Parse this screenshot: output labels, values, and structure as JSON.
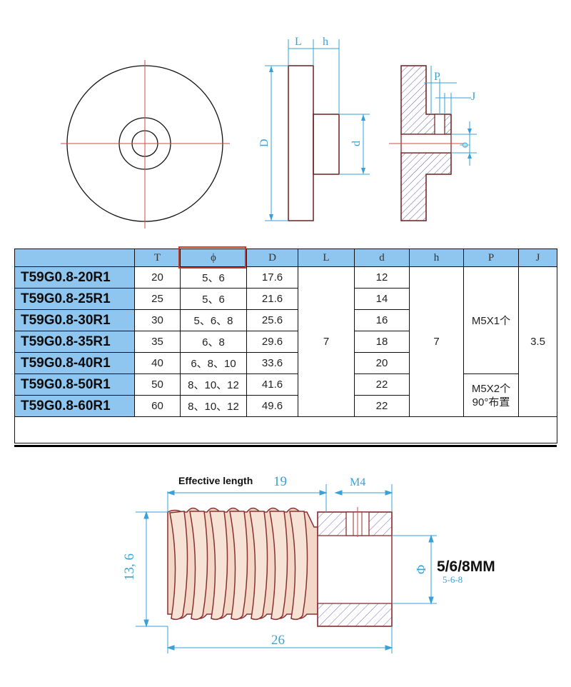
{
  "views": {
    "side_labels": {
      "L": "L",
      "h": "h",
      "D": "D",
      "d": "d"
    },
    "section_labels": {
      "P": "P",
      "J": "J",
      "phi": "ϕ"
    }
  },
  "table": {
    "headers": [
      "",
      "T",
      "ϕ",
      "D",
      "L",
      "d",
      "h",
      "P",
      "J"
    ],
    "rows": [
      {
        "model": "T59G0.8-20R1",
        "T": "20",
        "phi": "5、6",
        "D": "17.6",
        "d": "12"
      },
      {
        "model": "T59G0.8-25R1",
        "T": "25",
        "phi": "5、6",
        "D": "21.6",
        "d": "14"
      },
      {
        "model": "T59G0.8-30R1",
        "T": "30",
        "phi": "5、6、8",
        "D": "25.6",
        "d": "16"
      },
      {
        "model": "T59G0.8-35R1",
        "T": "35",
        "phi": "6、8",
        "D": "29.6",
        "d": "18"
      },
      {
        "model": "T59G0.8-40R1",
        "T": "40",
        "phi": "6、8、10",
        "D": "33.6",
        "d": "20"
      },
      {
        "model": "T59G0.8-50R1",
        "T": "50",
        "phi": "8、10、12",
        "D": "41.6",
        "d": "22"
      },
      {
        "model": "T59G0.8-60R1",
        "T": "60",
        "phi": "8、10、12",
        "D": "49.6",
        "d": "22"
      }
    ],
    "L_value": "7",
    "h_value": "7",
    "P_value_1": "M5X1个",
    "P_value_2_line1": "M5X2个",
    "P_value_2_line2": "90°布置",
    "J_value": "3.5"
  },
  "worm": {
    "effective_length_label": "Effective length",
    "effective_length": "19",
    "thread_label": "M4",
    "outer_diameter": "13, 6",
    "total_length": "26",
    "bore_symbol": "Φ",
    "bore_sizes": "5/6/8MM",
    "bore_sizes_small": "5-6-8"
  }
}
